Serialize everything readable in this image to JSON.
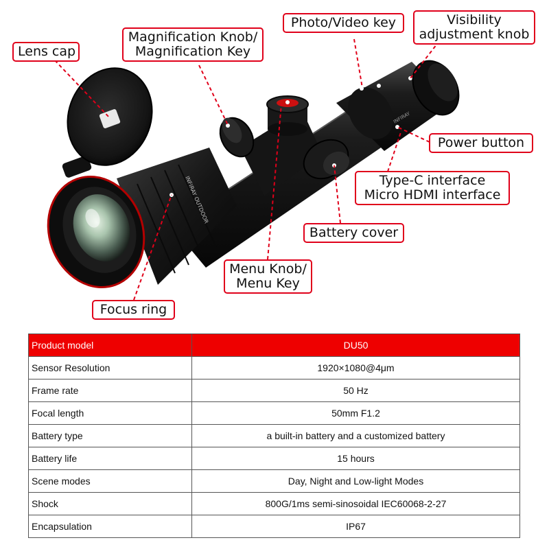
{
  "callouts": {
    "lens_cap": "Lens cap",
    "magnification": [
      "Magnification Knob/",
      "Magnification Key"
    ],
    "photo_video": "Photo/Video key",
    "visibility": [
      "Visibility",
      "adjustment knob"
    ],
    "power": "Power button",
    "interfaces": [
      "Type-C interface",
      "Micro HDMI interface"
    ],
    "battery_cover": "Battery cover",
    "menu": [
      "Menu Knob/",
      "Menu Key"
    ],
    "focus_ring": "Focus ring"
  },
  "device_markings": {
    "body": "INFIRAY OUTDOOR",
    "eyepiece": "INFIRAY"
  },
  "colors": {
    "accent_red": "#e0001a",
    "header_red": "#ee0000",
    "scope_body": "#1b1b1b"
  },
  "specs": {
    "header": {
      "label": "Product model",
      "value": "DU50"
    },
    "rows": [
      {
        "label": "Sensor Resolution",
        "value": "1920×1080@4μm"
      },
      {
        "label": "Frame rate",
        "value": "50 Hz"
      },
      {
        "label": "Focal length",
        "value": "50mm F1.2"
      },
      {
        "label": "Battery type",
        "value": "a built-in battery and a customized battery"
      },
      {
        "label": "Battery life",
        "value": "15 hours"
      },
      {
        "label": "Scene modes",
        "value": "Day, Night and Low-light Modes"
      },
      {
        "label": "Shock",
        "value": "800G/1ms semi-sinosoidal IEC60068-2-27"
      },
      {
        "label": "Encapsulation",
        "value": "IP67"
      }
    ]
  }
}
